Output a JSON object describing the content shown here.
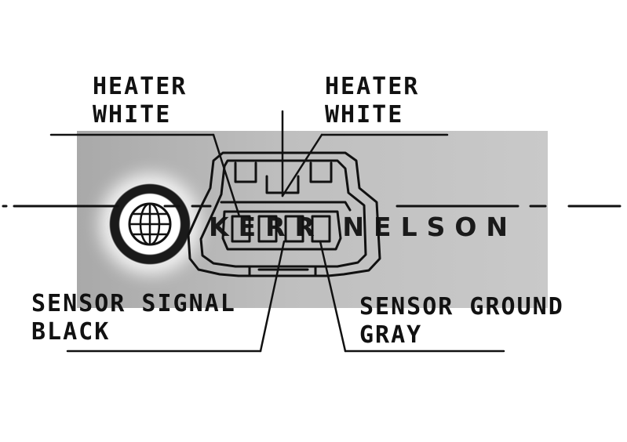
{
  "brand": {
    "watermark_text": "KERR NELSON",
    "band_color": "#bdbdbd"
  },
  "labels": {
    "heater_left": {
      "line1": "HEATER",
      "line2": "WHITE"
    },
    "heater_right": {
      "line1": "HEATER",
      "line2": "WHITE"
    },
    "sensor_signal": {
      "line1": "SENSOR SIGNAL",
      "line2": "BLACK"
    },
    "sensor_ground": {
      "line1": "SENSOR GROUND",
      "line2": "GRAY"
    }
  },
  "connector": {
    "pin_count": 4,
    "line_color": "#111111"
  }
}
